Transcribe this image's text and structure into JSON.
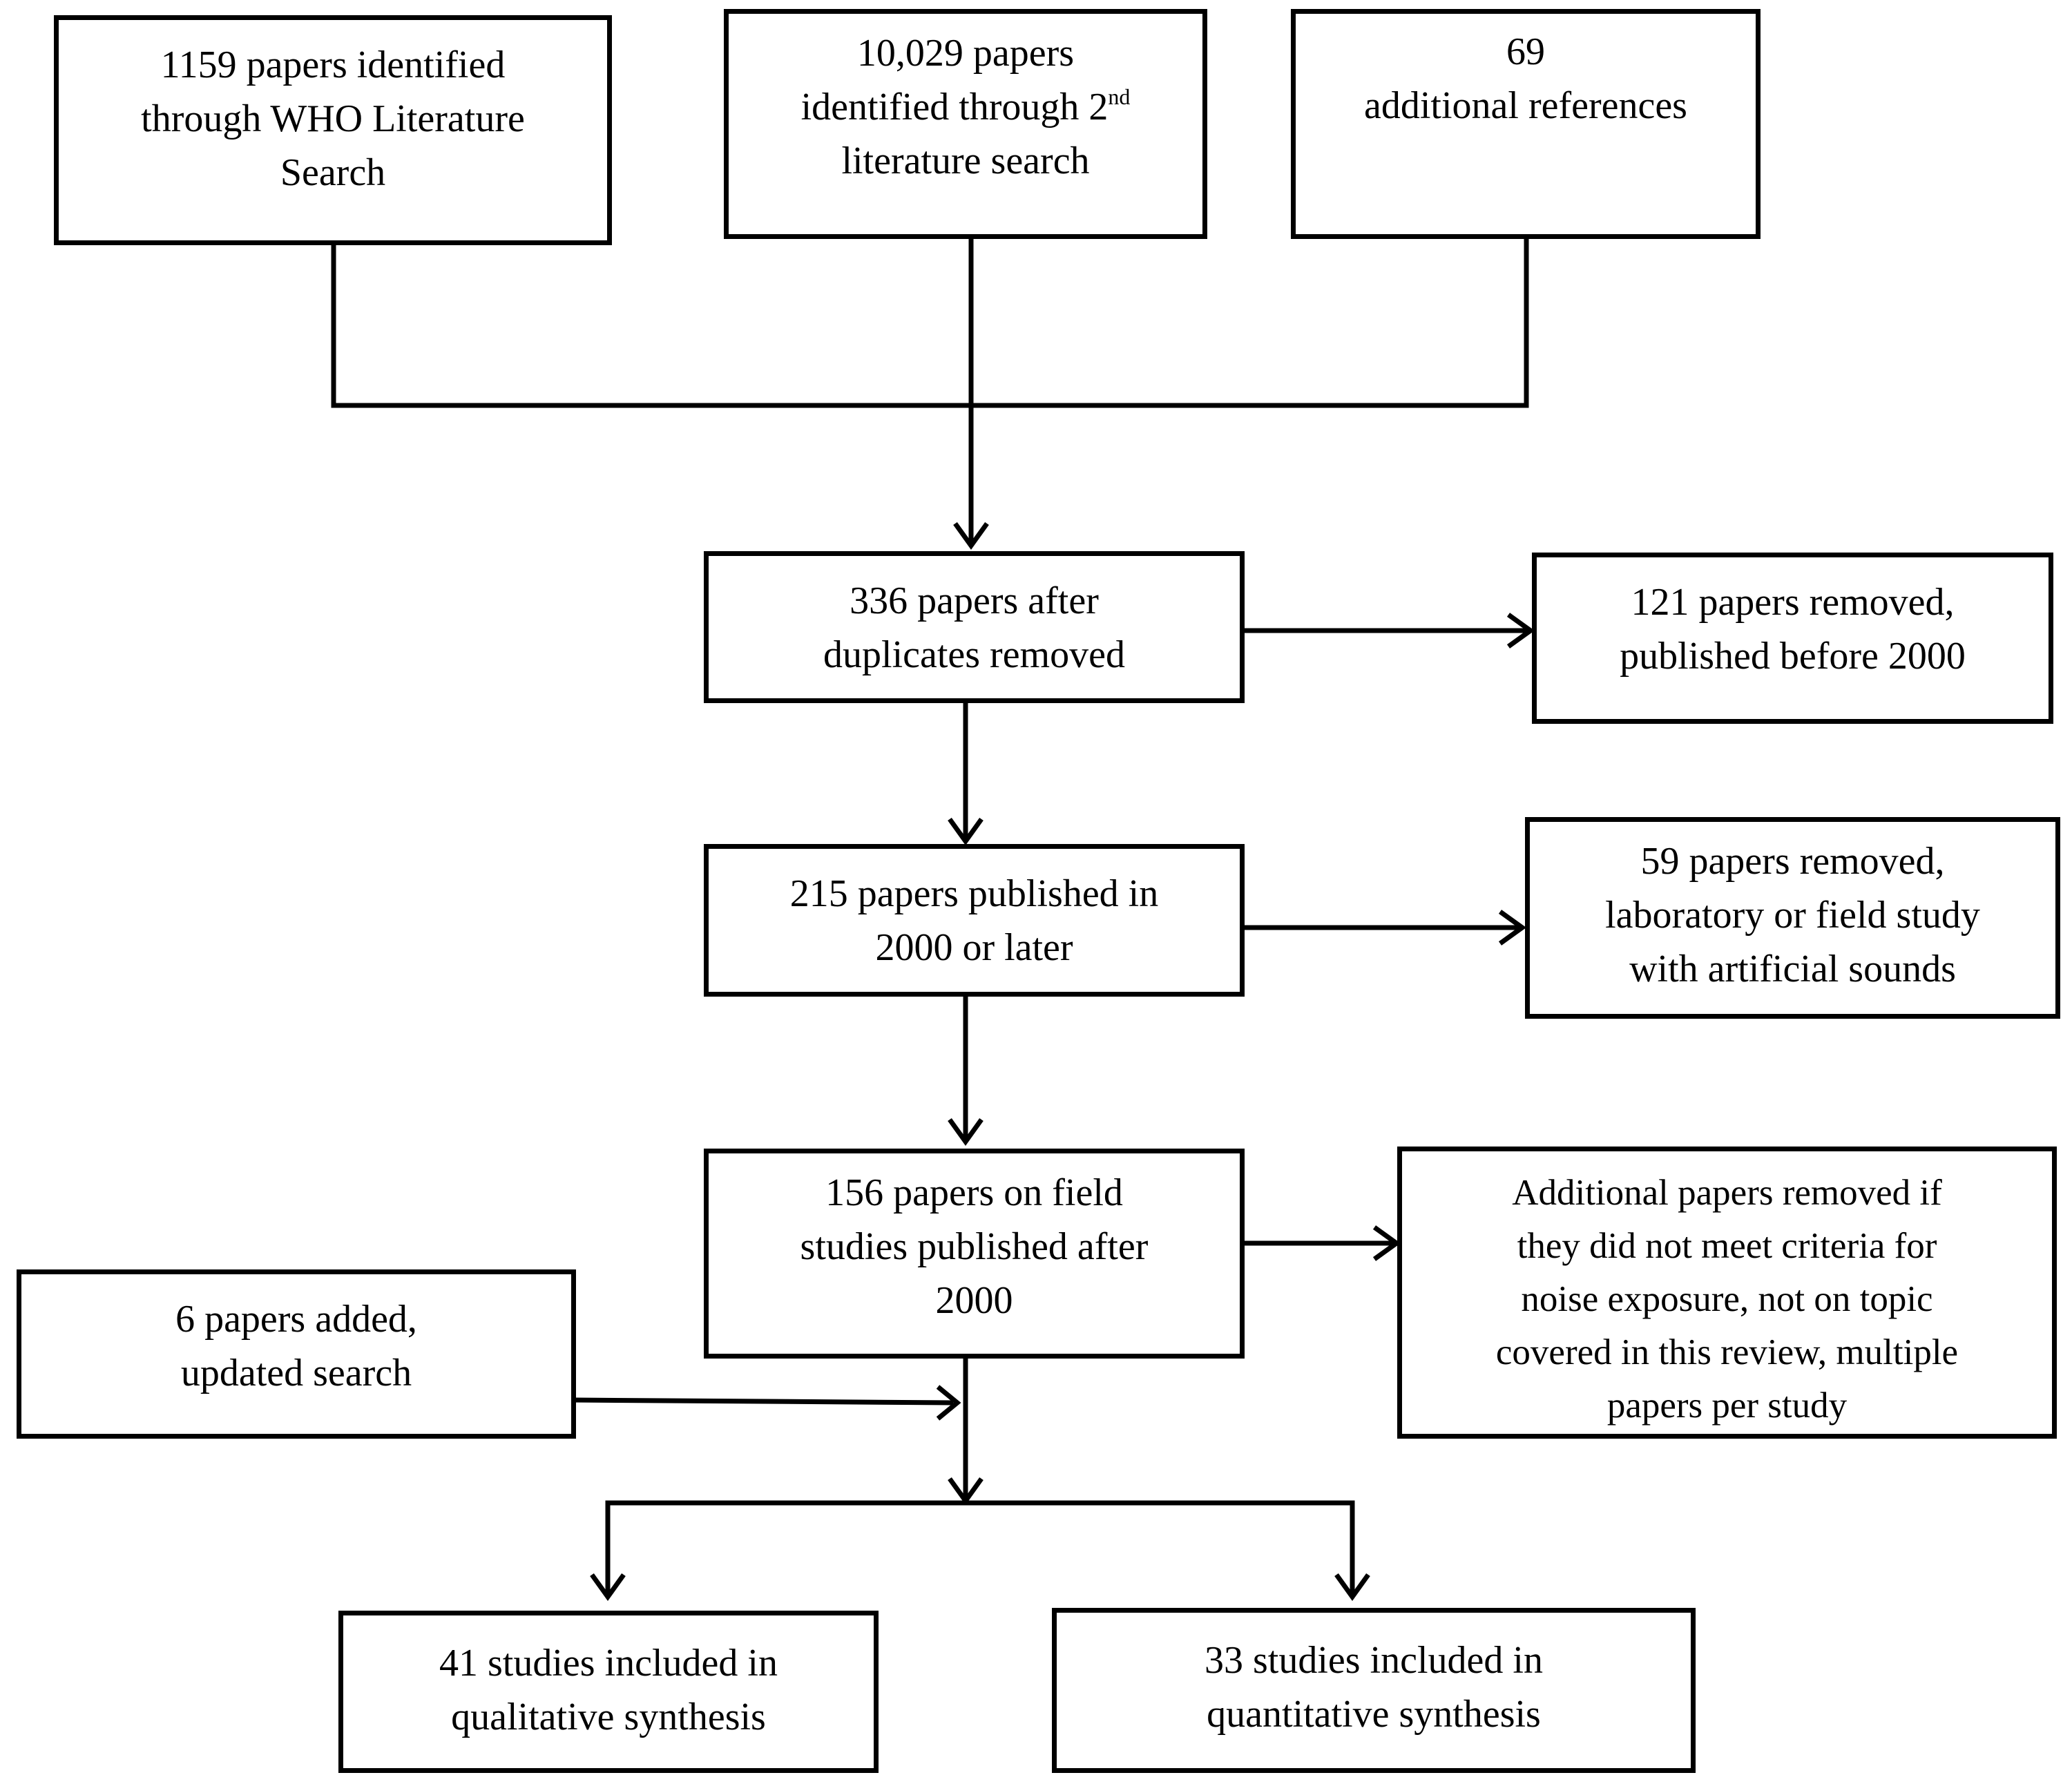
{
  "boxes": {
    "who_search": {
      "lines": [
        "1159 papers identified",
        "through WHO Literature",
        "Search"
      ]
    },
    "second_search": {
      "line1": "10,029 papers",
      "line2_text": "identified through 2",
      "line2_sup": "nd",
      "line3": "literature search"
    },
    "additional_refs": {
      "lines": [
        "69",
        "additional references"
      ]
    },
    "after_duplicates": {
      "lines": [
        "336 papers after",
        "duplicates removed"
      ]
    },
    "removed_before_2000": {
      "lines": [
        "121 papers removed,",
        "published before 2000"
      ]
    },
    "published_2000_later": {
      "lines": [
        "215 papers published in",
        "2000 or later"
      ]
    },
    "removed_lab": {
      "lines": [
        "59 papers removed,",
        "laboratory or field study",
        "with  artificial sounds"
      ]
    },
    "field_studies": {
      "lines": [
        "156 papers on field",
        "studies published after",
        "2000"
      ]
    },
    "additional_removed": {
      "lines": [
        "Additional papers removed if",
        "they did not meet  criteria  for",
        "noise exposure, not on topic",
        "covered in this review,  multiple",
        "papers per  study"
      ]
    },
    "papers_added": {
      "lines": [
        "6 papers added,",
        "updated search"
      ]
    },
    "qualitative": {
      "lines": [
        "41 studies included in",
        "qualitative synthesis"
      ]
    },
    "quantitative": {
      "lines": [
        "33 studies included in",
        "quantitative synthesis"
      ]
    }
  }
}
